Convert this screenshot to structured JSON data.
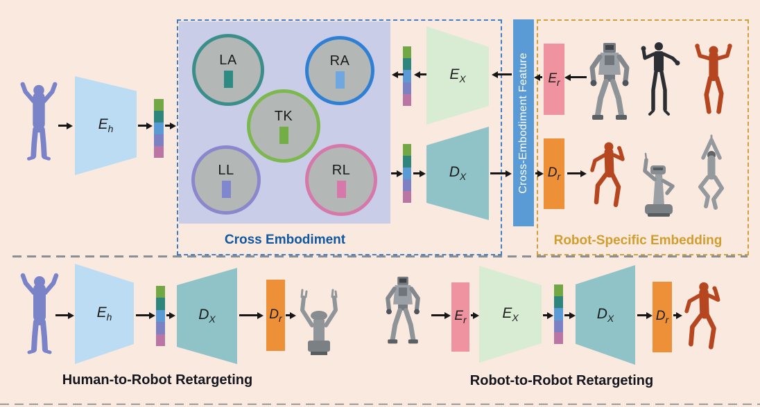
{
  "colors": {
    "background": "#f9e9df",
    "human_encoder_fill": "#bcdcf4",
    "shared_encoder_fill": "#d7ecd3",
    "shared_decoder_fill": "#8fc3c7",
    "robot_encoder_fill": "#ef93a1",
    "robot_decoder_fill": "#ee9038",
    "cef_bar_fill": "#5b9bd5",
    "cross_embodiment_panel": "#c9cde8",
    "cross_embodiment_border": "#3f7ec6",
    "robot_specific_border": "#d2a03a",
    "cluster_circle_fill": "#b3b8b6",
    "feature_segments": [
      "#72a844",
      "#2e857c",
      "#5b9bd5",
      "#7c81c4",
      "#bb75a5"
    ],
    "clusters": {
      "LA": "#3b8e89",
      "RA": "#2f7fd4",
      "TK": "#7cb84e",
      "LL": "#8b87cc",
      "RL": "#d678aa"
    },
    "cluster_bars": {
      "LA": "#2e8b83",
      "RA": "#6fa8e0",
      "TK": "#72ad45",
      "LL": "#8187cf",
      "RL": "#d678aa"
    }
  },
  "labels": {
    "Eh": {
      "main": "E",
      "sub": "h"
    },
    "EX": {
      "main": "E",
      "sub": "X"
    },
    "DX": {
      "main": "D",
      "sub": "X"
    },
    "Er": {
      "main": "E",
      "sub": "r"
    },
    "Dr": {
      "main": "D",
      "sub": "r"
    }
  },
  "top": {
    "cross_embodiment_title": "Cross Embodiment",
    "clusters": [
      {
        "label": "LA"
      },
      {
        "label": "RA"
      },
      {
        "label": "TK"
      },
      {
        "label": "LL"
      },
      {
        "label": "RL"
      }
    ],
    "cef_label": "Cross-Embodiment Feature",
    "robot_specific_title": "Robot-Specific Embedding"
  },
  "bottom": {
    "h2r_title": "Human-to-Robot Retargeting",
    "r2r_title": "Robot-to-Robot Retargeting"
  },
  "figures": [
    "human-mesh",
    "atlas-robot",
    "humanoid-black-robot",
    "humanoid-red-robot",
    "red-mannequin-robot",
    "tiago-wheeled-robot",
    "crouching-gray-robot",
    "pr2-wheeled-robot"
  ]
}
